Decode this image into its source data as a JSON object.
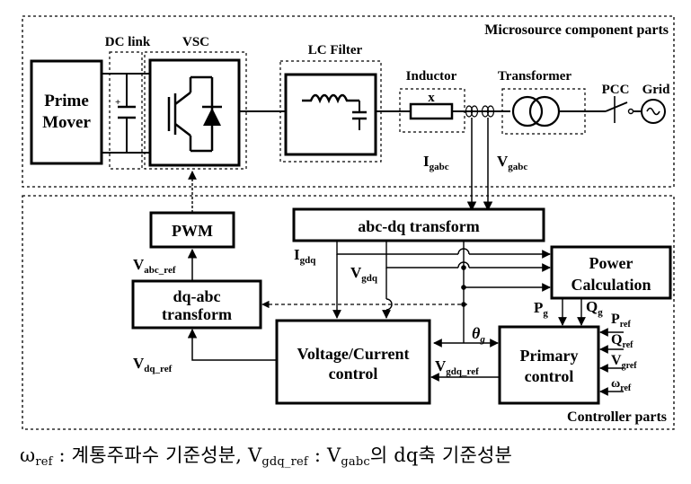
{
  "sections": {
    "microsource": "Microsource component parts",
    "controller": "Controller parts"
  },
  "labels": {
    "dc_link": "DC link",
    "vsc": "VSC",
    "lc_filter": "LC Filter",
    "inductor": "Inductor",
    "inductor_symbol": "x",
    "transformer": "Transformer",
    "pcc": "PCC",
    "grid": "Grid"
  },
  "blocks": {
    "prime_mover": [
      "Prime",
      "Mover"
    ],
    "pwm": "PWM",
    "abc_dq": "abc-dq transform",
    "dq_abc": [
      "dq-abc",
      "transform"
    ],
    "power_calc": [
      "Power",
      "Calculation"
    ],
    "vc_control": [
      "Voltage/Current",
      "control"
    ],
    "primary_control": [
      "Primary",
      "control"
    ]
  },
  "signals": {
    "I_gabc": {
      "main": "I",
      "sub": "gabc"
    },
    "V_gabc": {
      "main": "V",
      "sub": "gabc"
    },
    "I_gdq": {
      "main": "I",
      "sub": "gdq"
    },
    "V_gdq": {
      "main": "V",
      "sub": "gdq"
    },
    "V_abc_ref": {
      "main": "V",
      "sub": "abc_ref"
    },
    "V_dq_ref": {
      "main": "V",
      "sub": "dq_ref"
    },
    "V_gdq_ref": {
      "main": "V",
      "sub": "gdq_ref"
    },
    "theta_g": {
      "main": "θ",
      "sub": "g"
    },
    "P_g": {
      "main": "P",
      "sub": "g"
    },
    "Q_g": {
      "main": "Q",
      "sub": "g"
    },
    "P_ref": {
      "main": "P",
      "sub": "ref"
    },
    "Q_ref": {
      "main": "Q",
      "sub": "ref"
    },
    "V_gref": {
      "main": "V",
      "sub": "gref"
    },
    "omega_ref": {
      "main": "ω",
      "sub": "ref"
    }
  },
  "caption": {
    "omega": "ω",
    "omega_sub": "ref",
    "part1": " :  계통주파수  기준성분,  V",
    "v_sub": "gdq_ref",
    "part2": " :  V",
    "vg_sub": "gabc",
    "part3": "의  dq축  기준성분"
  }
}
